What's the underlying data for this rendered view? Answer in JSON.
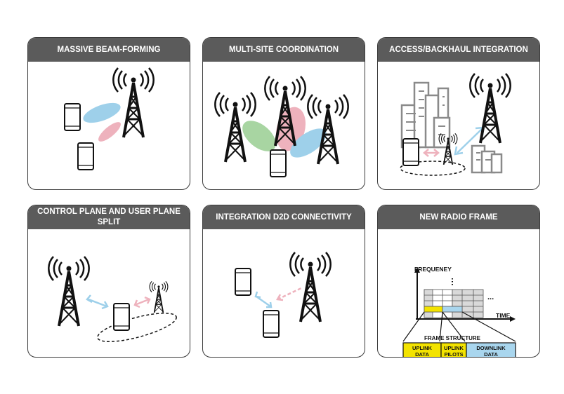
{
  "cards": [
    {
      "title": "MASSIVE BEAM-FORMING"
    },
    {
      "title": "MULTI-SITE COORDINATION"
    },
    {
      "title": "ACCESS/BACKHAUL INTEGRATION"
    },
    {
      "title": "CONTROL PLANE AND USER PLANE SPLIT"
    },
    {
      "title": "INTEGRATION D2D CONNECTIVITY"
    },
    {
      "title": "NEW RADIO FRAME"
    }
  ],
  "radio_frame": {
    "frequency_label": "FREQUENEY",
    "time_label": "TIME",
    "ellipsis": "...",
    "frame_structure_label": "FRAME STRUCTURE",
    "uplink_data": [
      "UPLINK",
      "DATA"
    ],
    "uplink_pilots": [
      "UPLINK",
      "PILOTS"
    ],
    "downlink_data": [
      "DOWNLINK",
      "DATA"
    ]
  },
  "colors": {
    "header_bg": "#5b5b5b",
    "beam_blue": "#9ed0ea",
    "beam_pink": "#eeb2bd",
    "beam_green": "#a8d5a2",
    "uplink_yellow": "#f3e300",
    "downlink_blue": "#a9d6ee",
    "building_gray": "#8a8a8a"
  }
}
